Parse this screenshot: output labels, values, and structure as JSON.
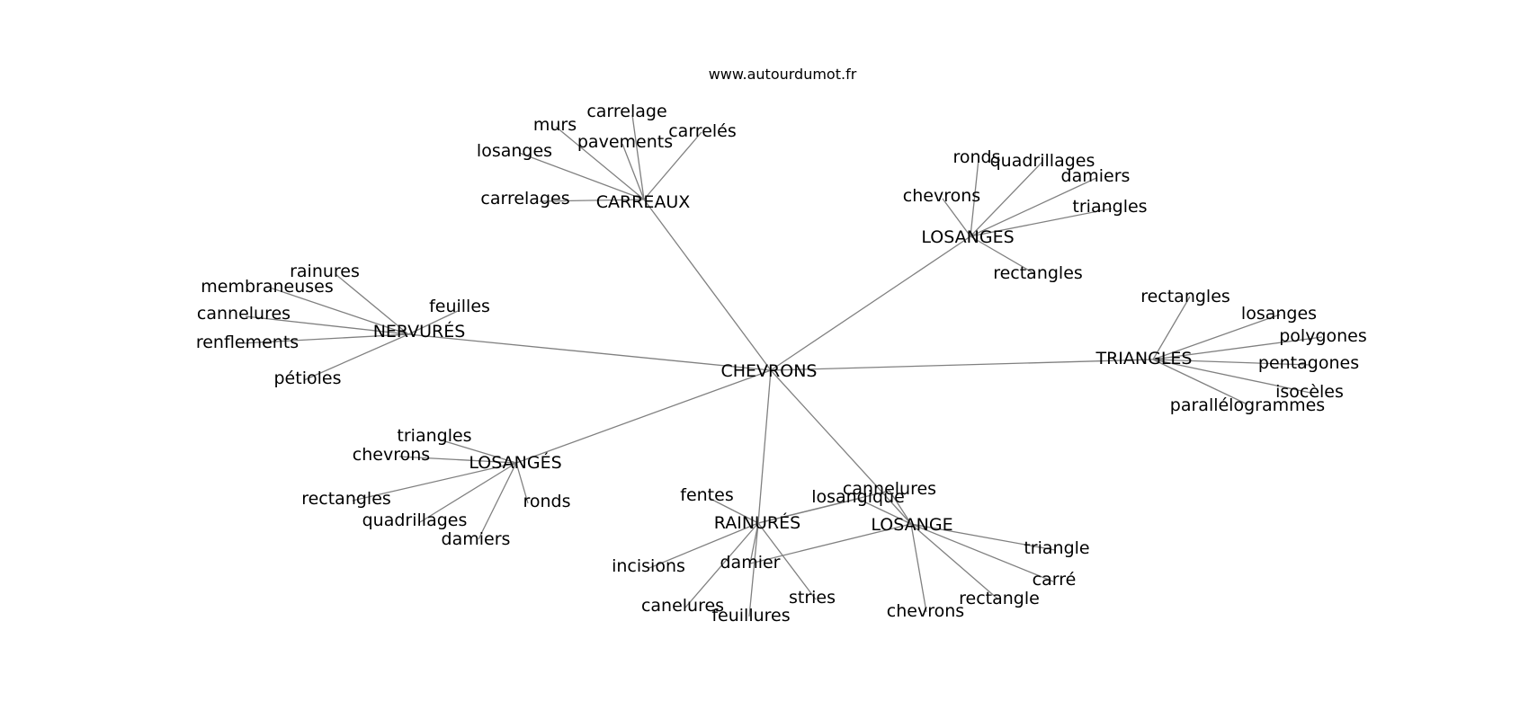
{
  "header": {
    "site": "www.autourdumot.fr"
  },
  "graph": {
    "center": "CHEVRONS",
    "hubs": [
      {
        "label": "CARREAUX",
        "leaves": [
          "carrelage",
          "murs",
          "pavements",
          "carrelés",
          "losanges",
          "carrelages"
        ]
      },
      {
        "label": "LOSANGES",
        "leaves": [
          "ronds",
          "quadrillages",
          "damiers",
          "chevrons",
          "triangles",
          "rectangles"
        ]
      },
      {
        "label": "NERVURÉS",
        "leaves": [
          "rainures",
          "membraneuses",
          "feuilles",
          "cannelures",
          "renflements",
          "pétioles"
        ]
      },
      {
        "label": "TRIANGLES",
        "leaves": [
          "rectangles",
          "losanges",
          "polygones",
          "pentagones",
          "isocèles",
          "parallélogrammes"
        ]
      },
      {
        "label": "LOSANGÉS",
        "leaves": [
          "triangles",
          "chevrons",
          "rectangles",
          "ronds",
          "quadrillages",
          "damiers"
        ]
      },
      {
        "label": "RAINURÉS",
        "leaves": [
          "fentes",
          "incisions",
          "canelures",
          "feuillures",
          "stries"
        ]
      },
      {
        "label": "LOSANGE",
        "leaves": [
          "triangle",
          "carré",
          "rectangle",
          "chevrons"
        ]
      }
    ],
    "shared": [
      {
        "label": "cannelures",
        "links": [
          "RAINURÉS",
          "LOSANGE"
        ]
      },
      {
        "label": "losangique",
        "links": [
          "RAINURÉS",
          "LOSANGE"
        ]
      },
      {
        "label": "damier",
        "links": [
          "RAINURÉS",
          "LOSANGE"
        ]
      }
    ]
  }
}
